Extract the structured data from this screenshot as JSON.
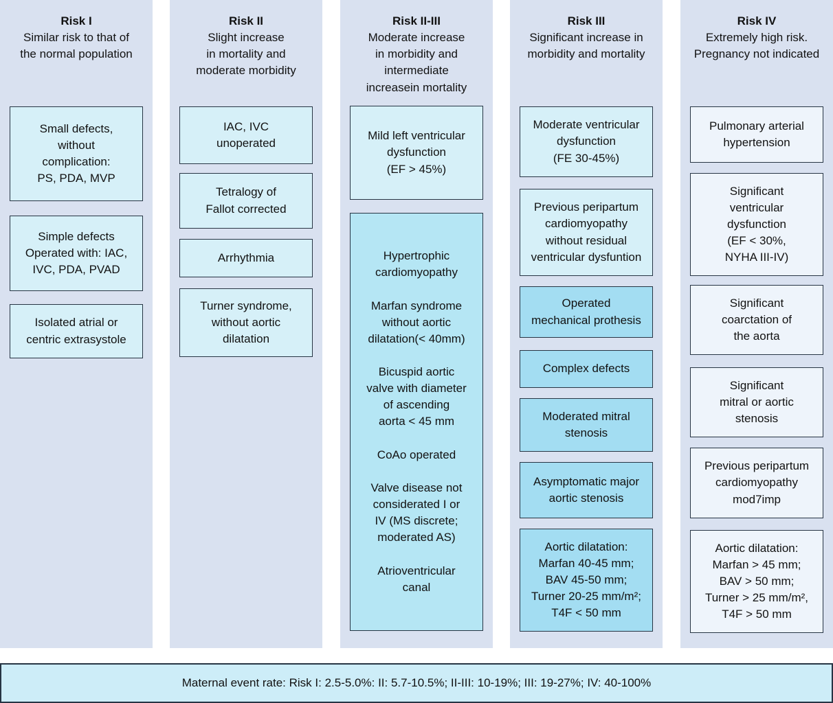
{
  "palette": {
    "column_background": "#d9e1f0",
    "box_cyan_light": "#d6f0f8",
    "box_cyan_medium": "#b5e6f4",
    "box_cyan_dark": "#a3ddf2",
    "box_blue_pale": "#eef4fb",
    "footer_background": "#cdedf8",
    "border": "#263443",
    "text": "#121212"
  },
  "columns": [
    {
      "title": "Risk I",
      "subtitle": "Similar risk to that of\nthe normal population",
      "boxes": [
        {
          "text": "Small defects,\nwithout\ncomplication:\nPS, PDA, MVP"
        },
        {
          "text": "Simple defects\nOperated with: IAC,\nIVC, PDA, PVAD"
        },
        {
          "text": "Isolated atrial or\ncentric extrasystole"
        }
      ]
    },
    {
      "title": "Risk II",
      "subtitle": "Slight increase\nin mortality and\nmoderate morbidity",
      "boxes": [
        {
          "text": "IAC, IVC\nunoperated"
        },
        {
          "text": "Tetralogy of\nFallot corrected"
        },
        {
          "text": "Arrhythmia"
        },
        {
          "text": "Turner syndrome,\nwithout aortic\ndilatation"
        }
      ]
    },
    {
      "title": "Risk II-III",
      "subtitle": "Moderate increase\nin morbidity and\nintermediate\nincreasein mortality",
      "boxes": [
        {
          "text": "Mild left ventricular\ndysfunction\n(EF > 45%)"
        },
        {
          "text": "Hypertrophic\ncardiomyopathy\n\nMarfan syndrome\nwithout aortic\ndilatation(< 40mm)\n\nBicuspid aortic\nvalve with diameter\nof ascending\naorta < 45 mm\n\nCoAo operated\n\nValve disease not\nconsiderated I or\nIV (MS discrete;\nmoderated AS)\n\nAtrioventricular\ncanal"
        }
      ]
    },
    {
      "title": "Risk III",
      "subtitle": "Significant increase in\nmorbidity and mortality",
      "boxes": [
        {
          "text": "Moderate ventricular\ndysfunction\n(FE 30-45%)"
        },
        {
          "text": "Previous peripartum\ncardiomyopathy\nwithout residual\nventricular dysfuntion"
        },
        {
          "text": "Operated\nmechanical prothesis"
        },
        {
          "text": "Complex defects"
        },
        {
          "text": "Moderated mitral\nstenosis"
        },
        {
          "text": "Asymptomatic major\naortic stenosis"
        },
        {
          "text": "Aortic dilatation:\nMarfan 40-45 mm;\nBAV 45-50 mm;\nTurner 20-25 mm/m²;\nT4F < 50 mm"
        }
      ]
    },
    {
      "title": "Risk IV",
      "subtitle": "Extremely high risk.\nPregnancy not indicated",
      "boxes": [
        {
          "text": "Pulmonary arterial\nhypertension"
        },
        {
          "text": "Significant\nventricular\ndysfunction\n(EF < 30%,\nNYHA III-IV)"
        },
        {
          "text": "Significant\ncoarctation of\nthe aorta"
        },
        {
          "text": "Significant\nmitral or aortic\nstenosis"
        },
        {
          "text": "Previous peripartum\ncardiomyopathy\nmod7imp"
        },
        {
          "text": "Aortic dilatation:\nMarfan > 45 mm;\nBAV > 50 mm;\nTurner > 25 mm/m²,\nT4F > 50 mm"
        }
      ]
    }
  ],
  "footer": {
    "text": "Maternal event rate: Risk I: 2.5-5.0%: II: 5.7-10.5%; II-III: 10-19%; III: 19-27%; IV: 40-100%"
  }
}
